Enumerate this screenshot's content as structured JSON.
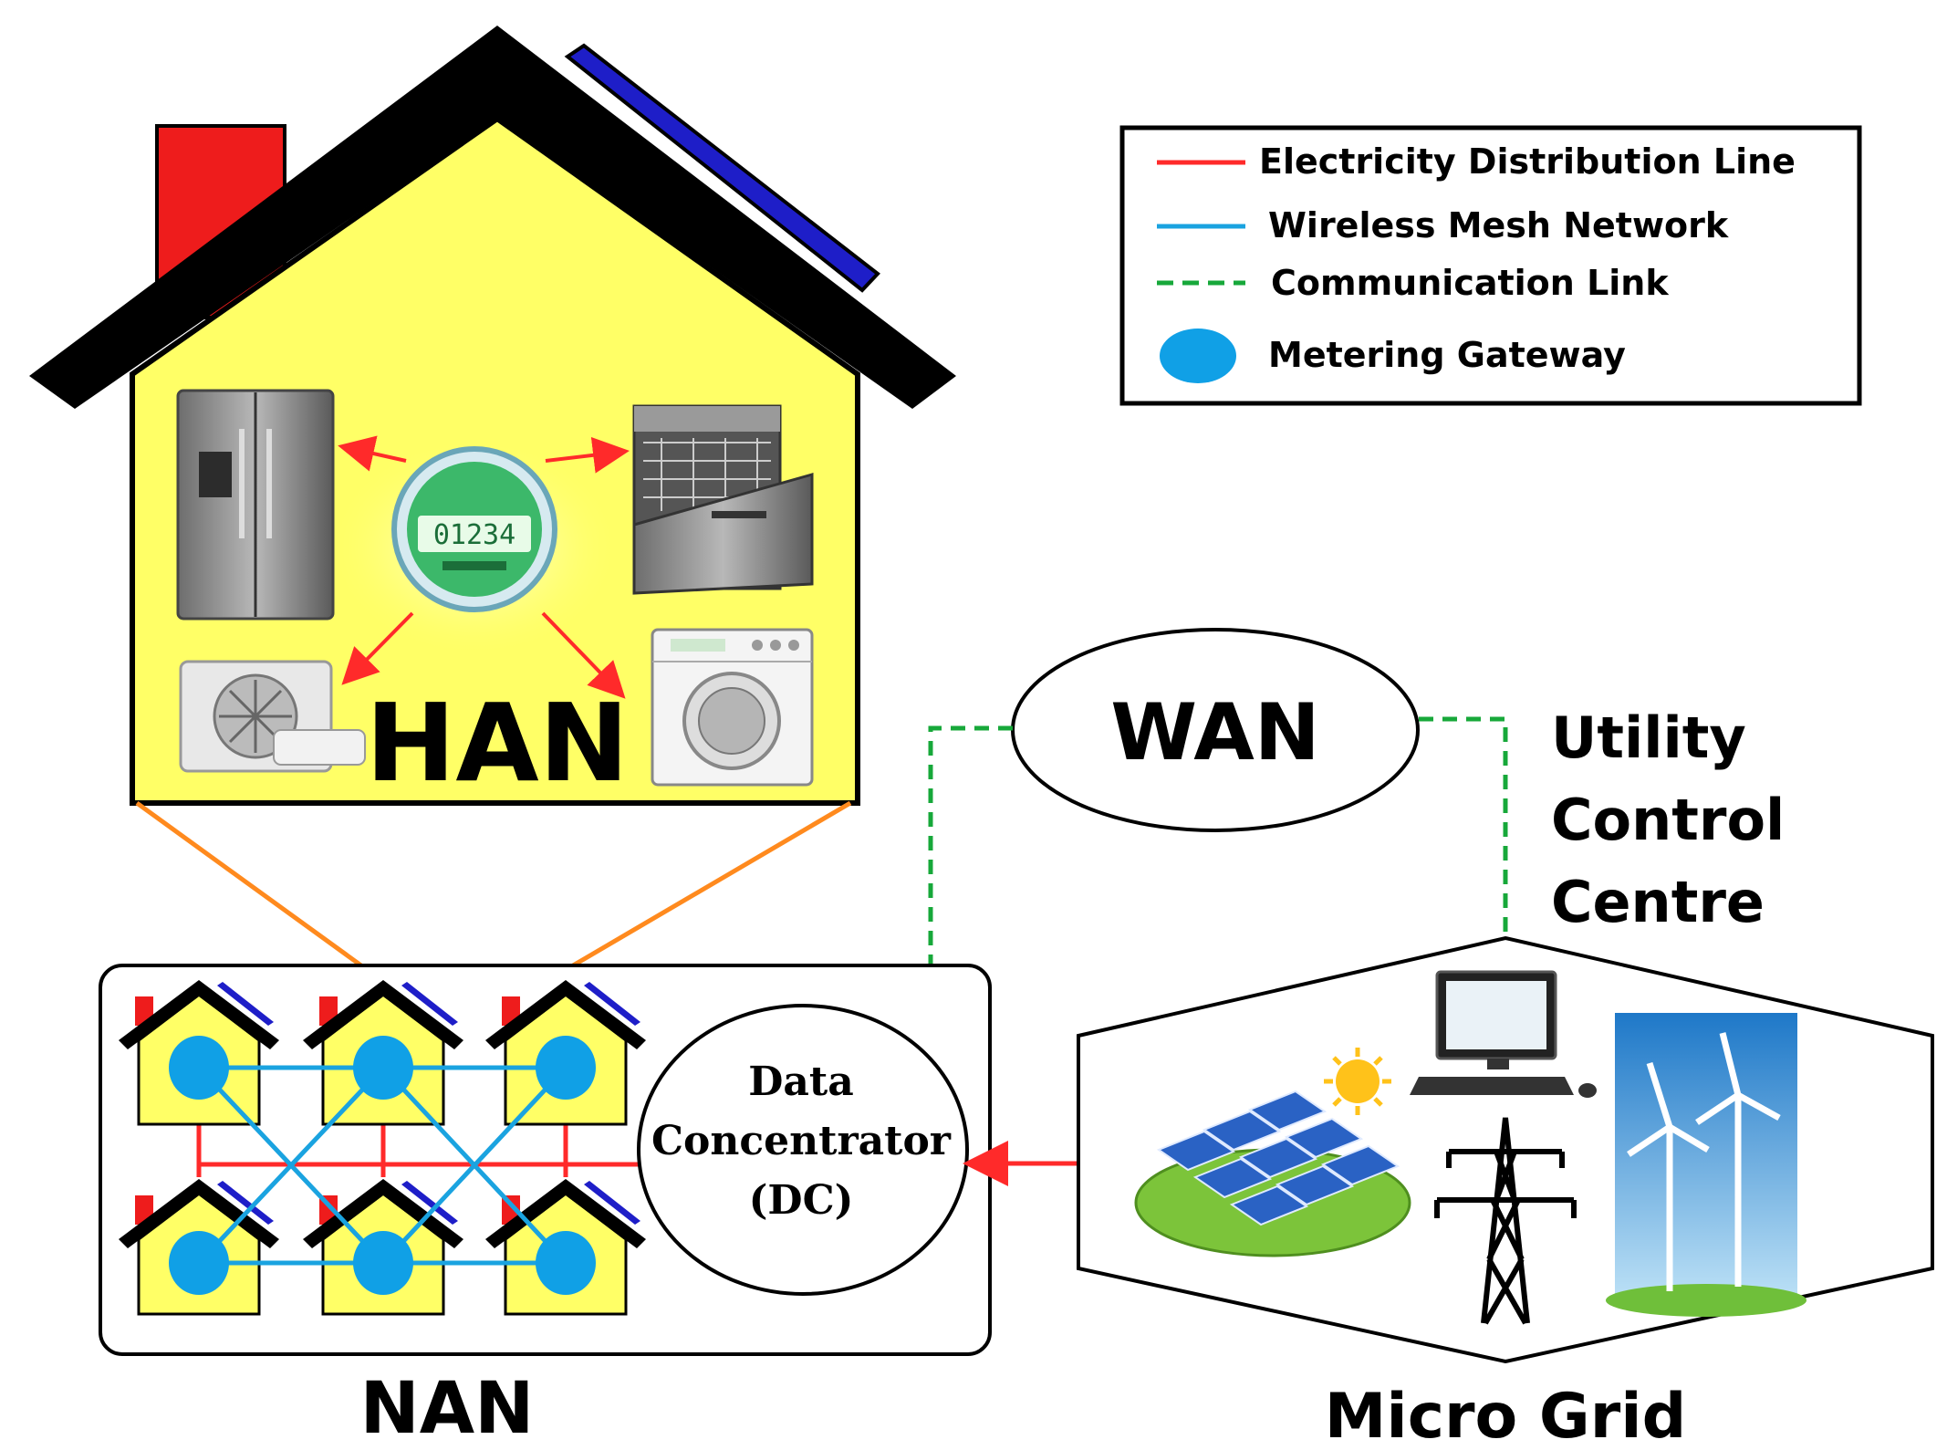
{
  "han": {
    "label": "HAN",
    "meter_reading": "01234"
  },
  "nan": {
    "label": "NAN"
  },
  "wan": {
    "label": "WAN"
  },
  "utility": {
    "line1": "Utility",
    "line2": "Control",
    "line3": "Centre"
  },
  "dc": {
    "line1": "Data",
    "line2": "Concentrator",
    "line3": "(DC)"
  },
  "microgrid": {
    "label": "Micro Grid"
  },
  "legend": {
    "items": [
      {
        "label": "Electricity Distribution Line",
        "color": "#ff2a2a",
        "kind": "line"
      },
      {
        "label": "Wireless Mesh Network",
        "color": "#1aa3e0",
        "kind": "line"
      },
      {
        "label": "Communication Link",
        "color": "#17a83a",
        "kind": "dashed"
      },
      {
        "label": "Metering Gateway",
        "color": "#10a0e6",
        "kind": "dot"
      }
    ]
  },
  "colors": {
    "house_fill": "#ffff66",
    "roof": "#000000",
    "chimney": "#ee1c1c",
    "solar_panel": "#1e1ec8",
    "power_line": "#ff2a2a",
    "mesh": "#1aa3e0",
    "comm": "#17a83a",
    "link": "#ff8a1e",
    "gateway": "#10a0e6"
  }
}
